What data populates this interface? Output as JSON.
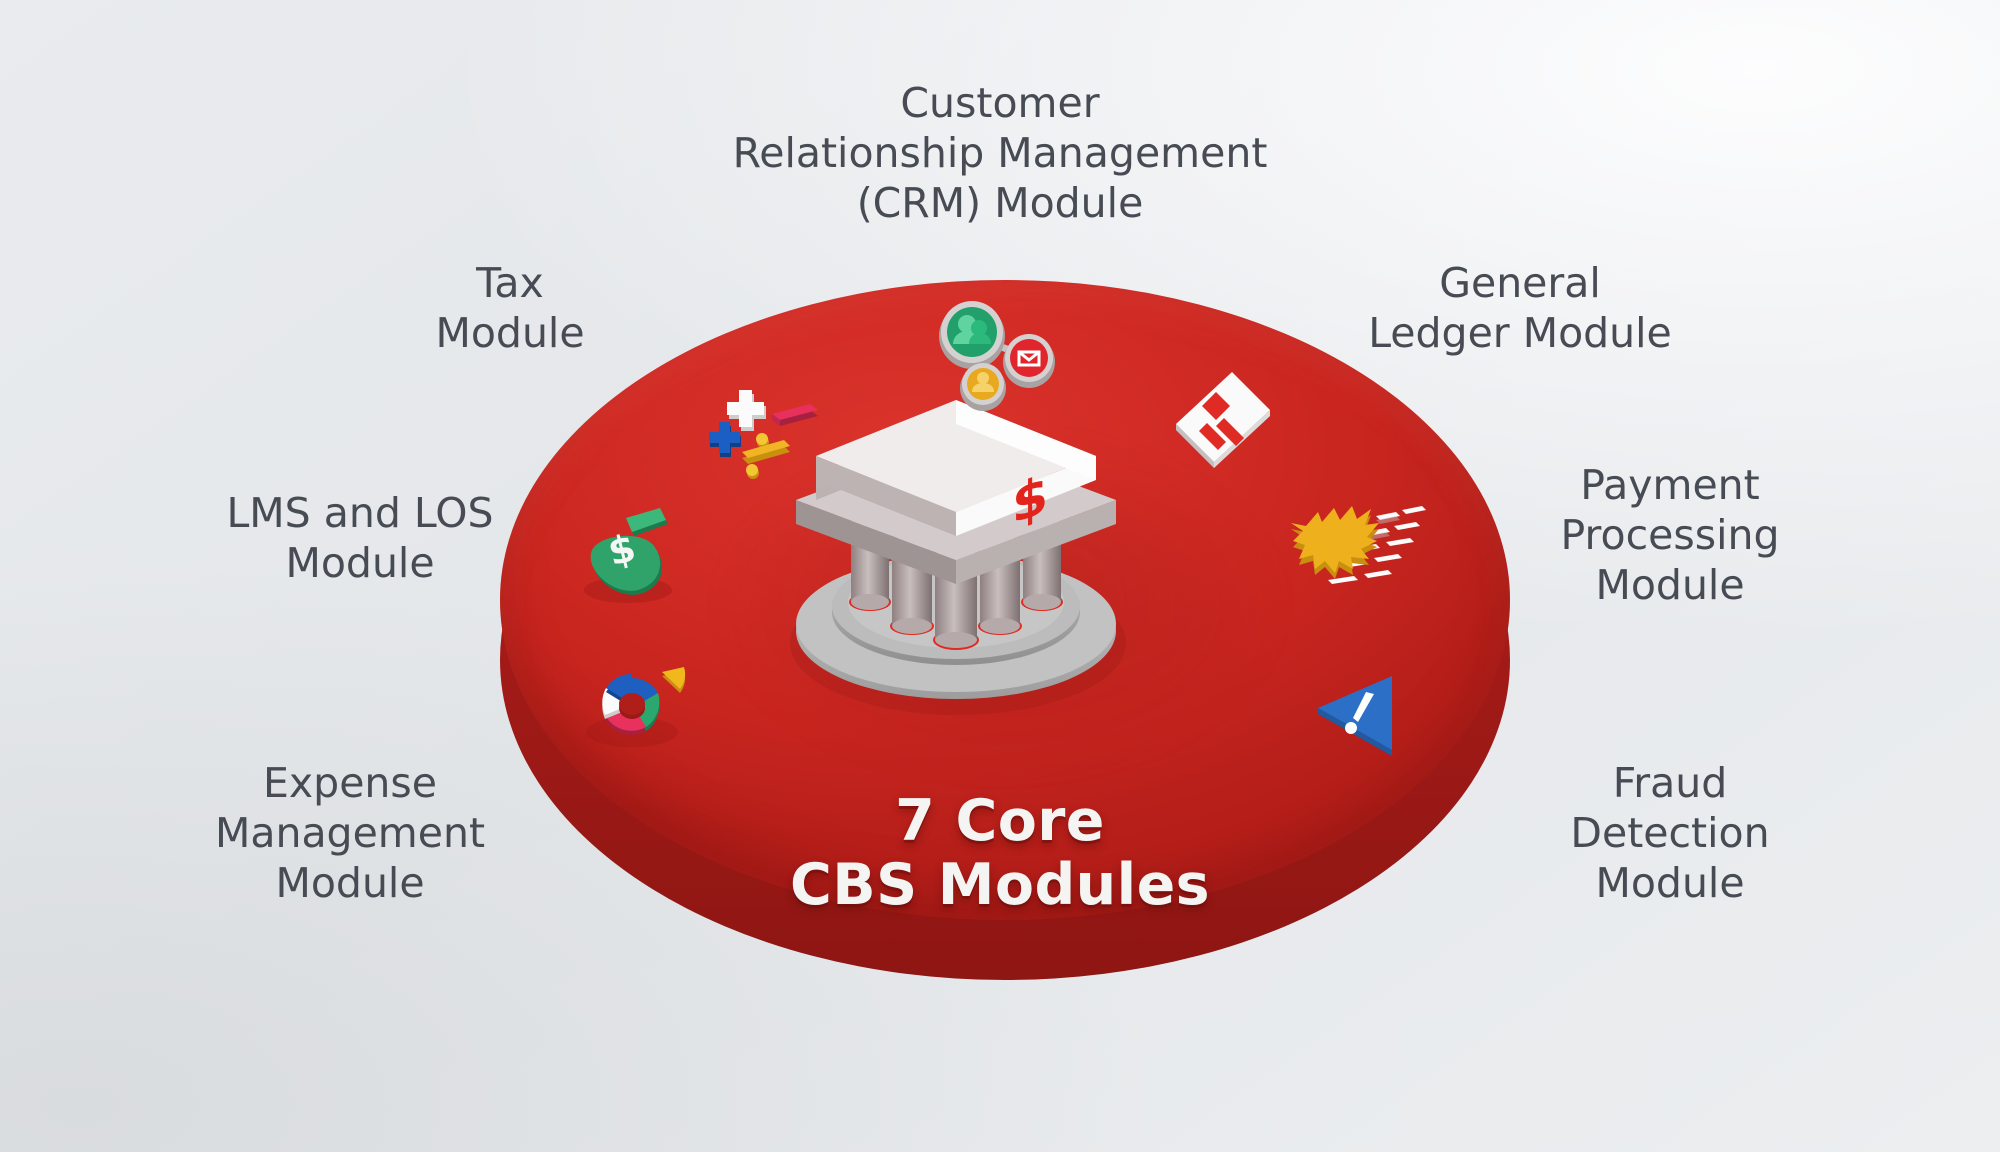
{
  "background": {
    "color": "#e7e9ec"
  },
  "disc": {
    "color": "#d02b24",
    "rim_color": "#9a1916"
  },
  "center": {
    "title_line1": "7 Core",
    "title_line2": "CBS Modules",
    "icon": "bank-building-icon",
    "text_color": "#f4f4f2"
  },
  "label_color": "#474c54",
  "modules": [
    {
      "id": "crm",
      "label": "Customer\nRelationship  Management\n(CRM) Module",
      "icon": "crm-network-icon",
      "icon_colors": [
        "#2aa367",
        "#e0262c",
        "#e8a920"
      ]
    },
    {
      "id": "tax",
      "label": "Tax\nModule",
      "icon": "math-operators-icon",
      "icon_colors": [
        "#ffffff",
        "#1c5fc4",
        "#e0365c",
        "#f0b424"
      ]
    },
    {
      "id": "lms-los",
      "label": "LMS and LOS\nModule",
      "icon": "money-bag-icon",
      "icon_colors": [
        "#2fa36a"
      ]
    },
    {
      "id": "expense-management",
      "label": "Expense\nManagement\nModule",
      "icon": "donut-chart-icon",
      "icon_colors": [
        "#1f5fc0",
        "#f0b81c",
        "#2aa86e",
        "#e8315c",
        "#ffffff"
      ]
    },
    {
      "id": "general-ledger",
      "label": "General\nLedger Module",
      "icon": "document-card-icon",
      "icon_colors": [
        "#ffffff",
        "#e02a24"
      ]
    },
    {
      "id": "payment-processing",
      "label": "Payment\nProcessing\nModule",
      "icon": "fast-payment-burst-icon",
      "icon_colors": [
        "#efb01e",
        "#ffffff"
      ]
    },
    {
      "id": "fraud-detection",
      "label": "Fraud\nDetection\nModule",
      "icon": "warning-triangle-icon",
      "icon_colors": [
        "#2b6fc6",
        "#ffffff"
      ]
    }
  ]
}
